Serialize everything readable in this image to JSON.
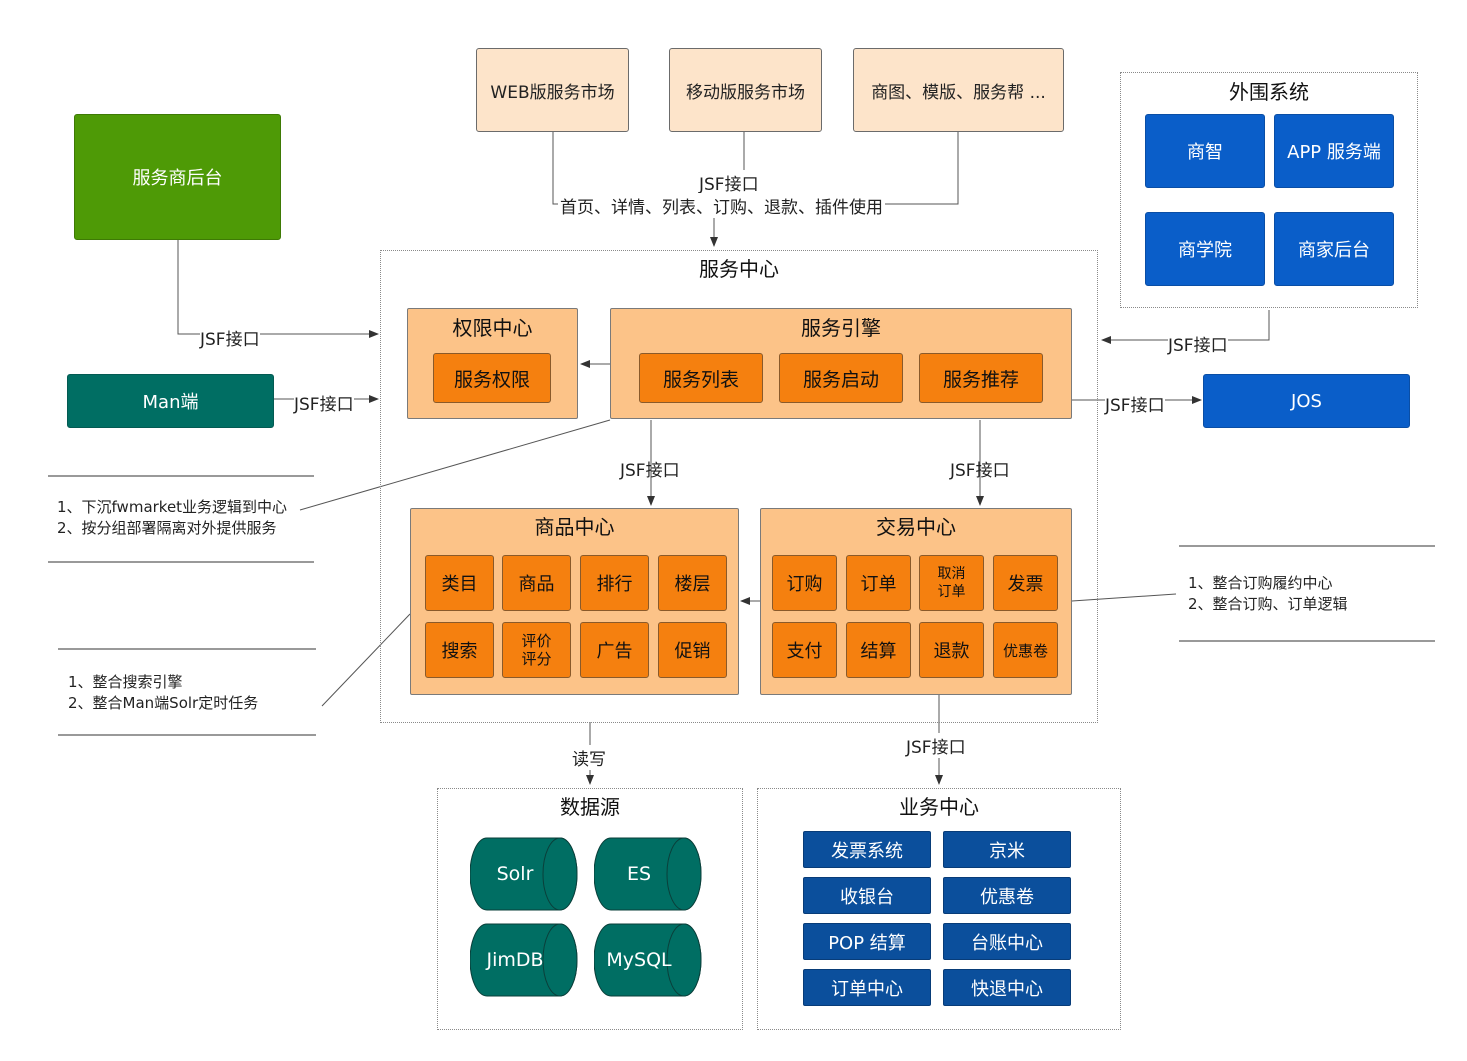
{
  "top_apps": [
    "WEB版服务市场",
    "移动版服务市场",
    "商图、模版、服务帮 ..."
  ],
  "top_iface": {
    "name": "JSF接口",
    "usage": "首页、详情、列表、订购、退款、插件使用"
  },
  "provider_console": "服务商后台",
  "man_end": "Man端",
  "peripheral": {
    "title": "外围系统",
    "items": [
      "商智",
      "APP 服务端",
      "商学院",
      "商家后台"
    ]
  },
  "jos": "JOS",
  "service_center": {
    "title": "服务中心",
    "auth": {
      "title": "权限中心",
      "item": "服务权限"
    },
    "engine": {
      "title": "服务引擎",
      "items": [
        "服务列表",
        "服务启动",
        "服务推荐"
      ]
    },
    "product": {
      "title": "商品中心",
      "items": [
        "类目",
        "商品",
        "排行",
        "楼层",
        "搜索",
        "评价\n评分",
        "广告",
        "促销"
      ]
    },
    "trade": {
      "title": "交易中心",
      "items": [
        "订购",
        "订单",
        "取消\n订单",
        "发票",
        "支付",
        "结算",
        "退款",
        "优惠卷"
      ]
    }
  },
  "iface_labels": {
    "provider": "JSF接口",
    "man": "JSF接口",
    "peripheral": "JSF接口",
    "jos": "JSF接口",
    "engine_product": "JSF接口",
    "engine_trade": "JSF接口",
    "trade_business": "JSF接口",
    "rw": "读写"
  },
  "notes": {
    "engine": [
      "1、下沉fwmarket业务逻辑到中心",
      "2、按分组部署隔离对外提供服务"
    ],
    "product": [
      "1、整合搜索引擎",
      "2、整合Man端Solr定时任务"
    ],
    "trade": [
      "1、整合订购履约中心",
      "2、整合订购、订单逻辑"
    ]
  },
  "data_source": {
    "title": "数据源",
    "items": [
      "Solr",
      "ES",
      "JimDB",
      "MySQL"
    ]
  },
  "business": {
    "title": "业务中心",
    "items": [
      "发票系统",
      "京米",
      "收银台",
      "优惠卷",
      "POP 结算",
      "台账中心",
      "订单中心",
      "快退中心"
    ]
  },
  "colors": {
    "peach": "#fde4ca",
    "green": "#4e9a06",
    "teal": "#006e63",
    "blue": "#0a5ec9",
    "navy": "#0b4f9c",
    "panel": "#fcc388",
    "chip": "#f5800f"
  }
}
